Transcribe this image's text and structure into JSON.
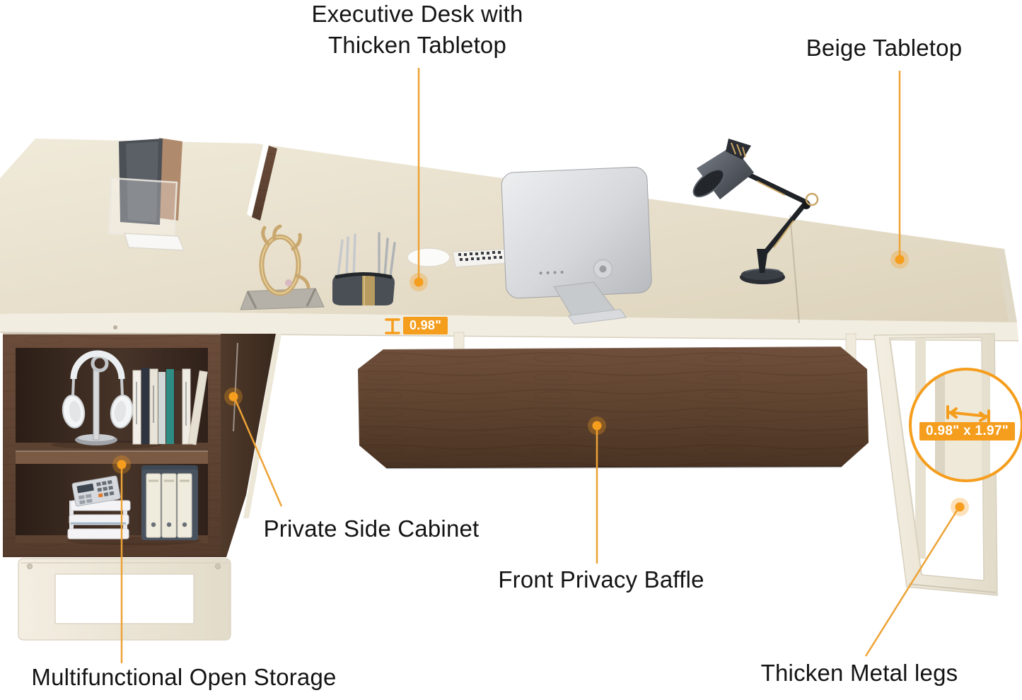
{
  "scene": {
    "subject": "L-shaped executive desk with side cabinet, privacy baffle and metal legs",
    "furniture": [
      "l-shaped-desk-tabletop",
      "side-cabinet-open-storage",
      "front-privacy-baffle",
      "trapezoid-metal-legs",
      "cabinet-base-frame"
    ],
    "props": [
      "file-organizer-with-folders",
      "golden-abstract-sculpture",
      "pen-holder-with-pens",
      "computer-mouse",
      "keyboard",
      "imac-style-monitor-back",
      "architect-desk-lamp",
      "headphones-on-stand",
      "book-row",
      "paper-trays-with-calculator",
      "binders-in-holder"
    ]
  },
  "callouts": {
    "executive_desk": {
      "line1": "Executive Desk with",
      "line2": "Thicken Tabletop"
    },
    "beige_tabletop": {
      "label": "Beige Tabletop"
    },
    "private_side_cabinet": {
      "label": "Private Side Cabinet"
    },
    "front_privacy_baffle": {
      "label": "Front Privacy Baffle"
    },
    "multifunctional_open_storage": {
      "label": "Multifunctional Open Storage"
    },
    "thicken_metal_legs": {
      "label": "Thicken Metal legs"
    }
  },
  "measurements": {
    "tabletop_thickness": "0.98\"",
    "leg_cross_section": "0.98\" x 1.97\""
  },
  "colors": {
    "accent_orange": "#F59D1C",
    "leader_line": "#EDA336",
    "label_text": "#141414",
    "tabletop_beige": "#E7DFCB",
    "tabletop_edge_cream": "#F2EDE1",
    "walnut": "#5E4435",
    "walnut_dark": "#3B2A1F",
    "metal_cream": "#EFE9DB",
    "background": "#FFFFFF"
  }
}
